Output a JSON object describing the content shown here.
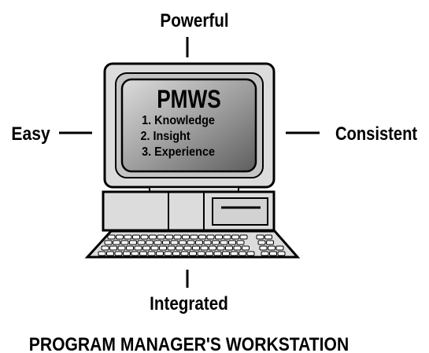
{
  "labels": {
    "top": "Powerful",
    "left": "Easy",
    "right": "Consistent",
    "bottom": "Integrated"
  },
  "screen": {
    "title": "PMWS",
    "items": [
      "1. Knowledge",
      "2. Insight",
      "3. Experience"
    ]
  },
  "caption": "PROGRAM MANAGER'S WORKSTATION",
  "colors": {
    "ink": "#000000",
    "casing": "#dcdcdc",
    "screen_light": "#d9d9d9",
    "screen_dark": "#6a6a6a"
  }
}
